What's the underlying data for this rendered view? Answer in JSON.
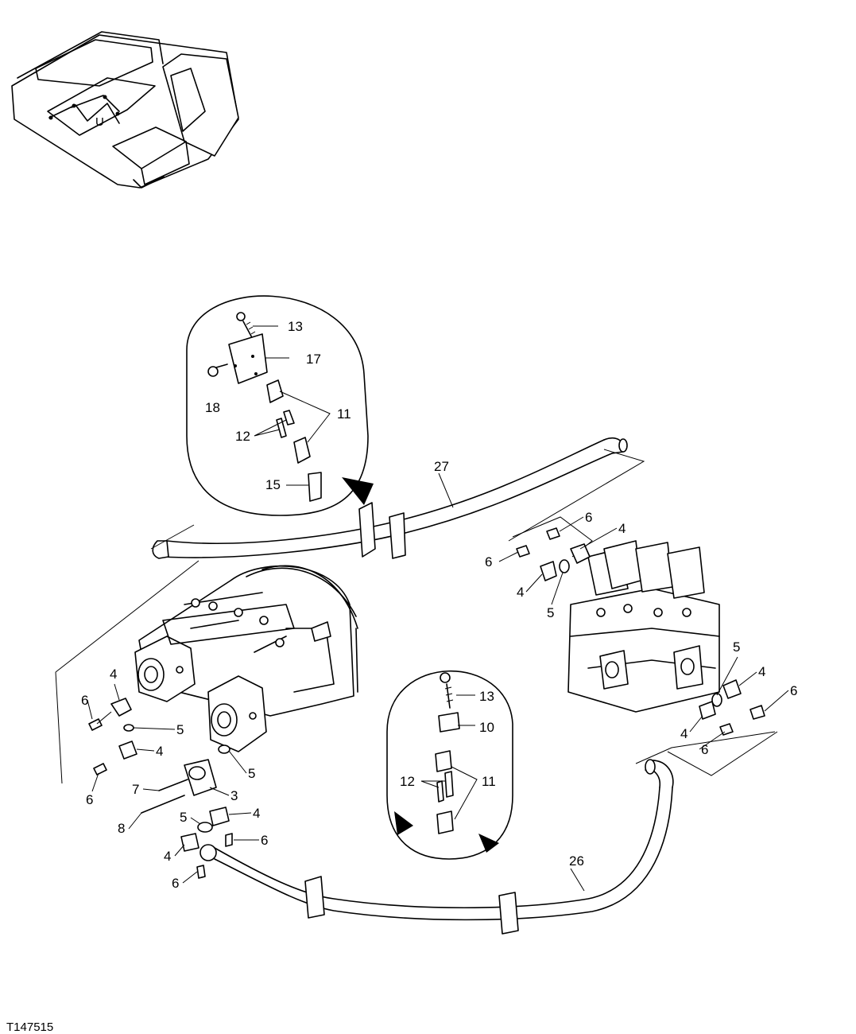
{
  "figure_code": "T147515",
  "machine_marker": "U",
  "callouts": {
    "c13a": "13",
    "c17": "17",
    "c18": "18",
    "c11a": "11",
    "c12a": "12",
    "c15": "15",
    "c27": "27",
    "c6a": "6",
    "c4a": "4",
    "c6b": "6",
    "c4b": "4",
    "c5a": "5",
    "c4c": "4",
    "c6c": "6",
    "c5b": "5",
    "c4d": "4",
    "c6d": "6",
    "c5c": "5",
    "c7": "7",
    "c3": "3",
    "c8": "8",
    "c5d": "5",
    "c4e": "4",
    "c6e": "6",
    "c4f": "4",
    "c6f": "6",
    "c13b": "13",
    "c10": "10",
    "c12b": "12",
    "c11b": "11",
    "c5e": "5",
    "c4g": "4",
    "c6g": "6",
    "c4h": "4",
    "c6h": "6",
    "c26": "26"
  }
}
